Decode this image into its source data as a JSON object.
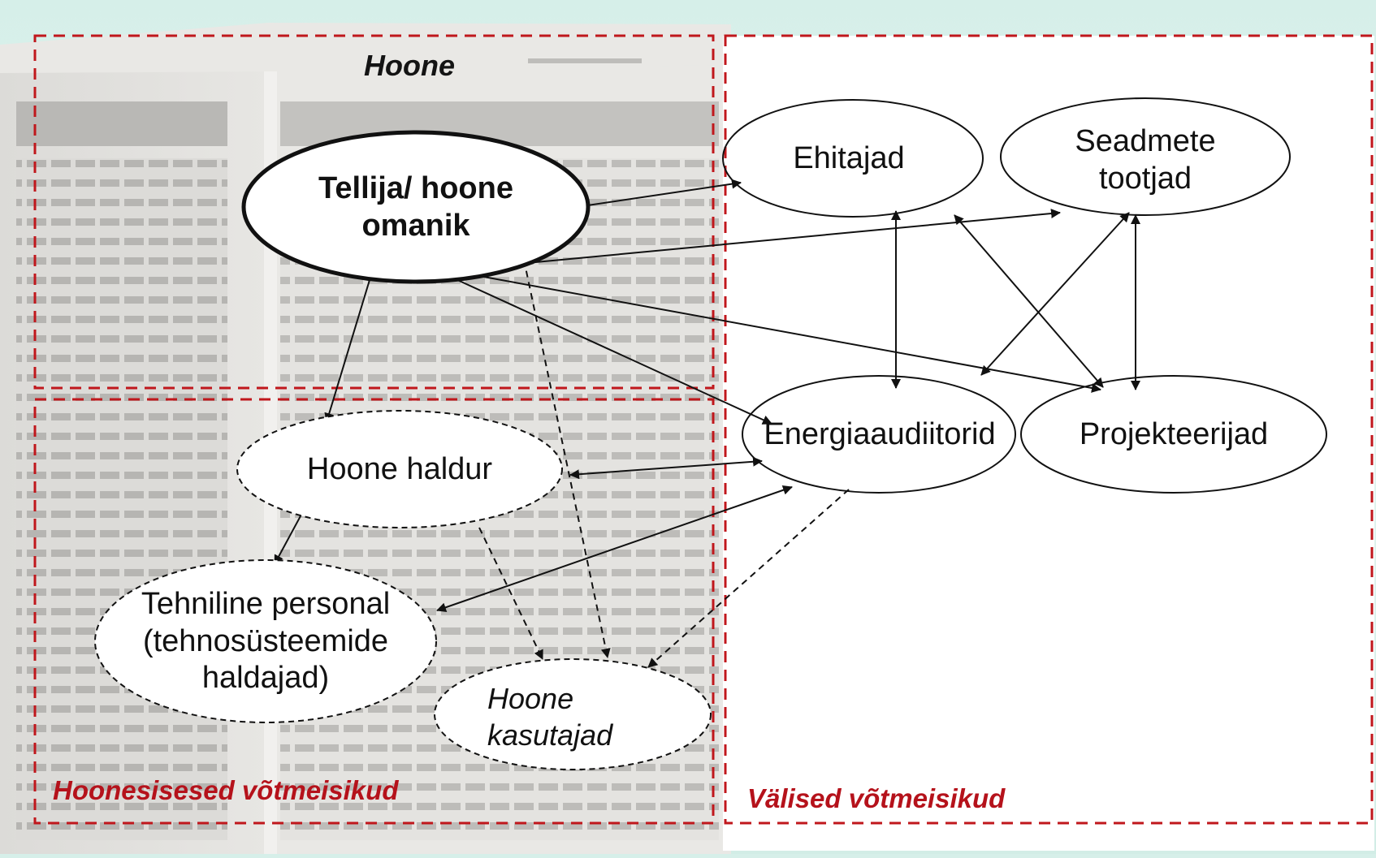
{
  "colors": {
    "background": "#d6efe9",
    "dashed_border": "#c0171c",
    "region_title_inside": "#141414",
    "region_title_red": "#b5121b",
    "building": "#dcdad6"
  },
  "regions": {
    "hoone": "Hoone",
    "internal": "Hoonesisesed võtmeisikud",
    "external": "Välised võtmeisikud"
  },
  "nodes": {
    "owner": {
      "line1": "Tellija/ hoone",
      "line2": "omanik"
    },
    "manager": "Hoone haldur",
    "tech": {
      "line1": "Tehniline personal",
      "line2": "(tehnosüsteemide",
      "line3": "haldajad)"
    },
    "users": {
      "line1": "Hoone",
      "line2": "kasutajad"
    },
    "builders": "Ehitajad",
    "manufacturers": {
      "line1": "Seadmete",
      "line2": "tootjad"
    },
    "auditors": "Energiaaudiitorid",
    "designers": "Projekteerijad"
  }
}
